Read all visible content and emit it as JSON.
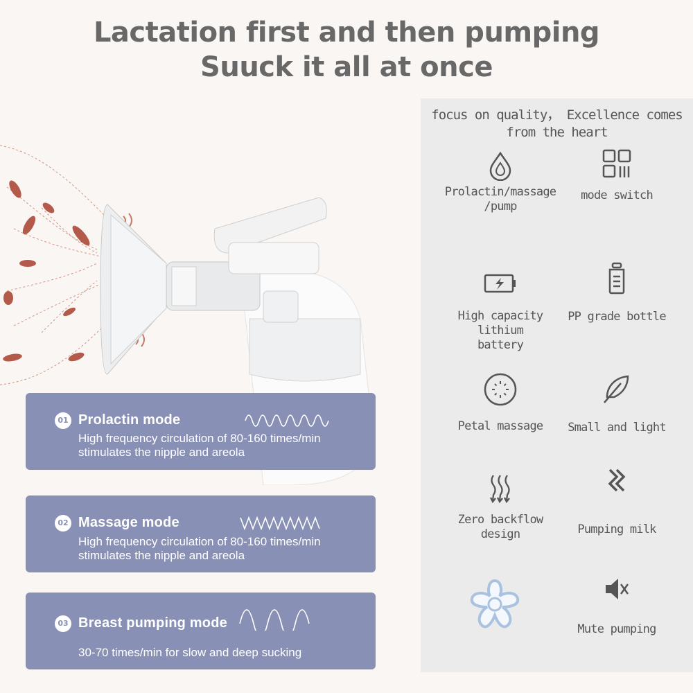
{
  "headline": {
    "line1": "Lactation first and then pumping",
    "line2": "Suuck it all at once"
  },
  "panel": {
    "tagline_line1": "focus on quality，  Excellence comes",
    "tagline_line2": "from the heart",
    "features": [
      {
        "label": "Prolactin/massage\n/pump",
        "icon": "water-drop-icon"
      },
      {
        "label": "mode switch",
        "icon": "grid-switch-icon"
      },
      {
        "label": "High capacity lithium\nbattery",
        "icon": "battery-icon"
      },
      {
        "label": "PP grade bottle",
        "icon": "bottle-icon"
      },
      {
        "label": "Petal massage",
        "icon": "petal-massage-icon"
      },
      {
        "label": "Small and light",
        "icon": "feather-icon"
      },
      {
        "label": "Zero backflow\ndesign",
        "icon": "wavy-arrows-icon"
      },
      {
        "label": "Pumping milk",
        "icon": "zigzag-icon"
      },
      {
        "label": "",
        "icon": "flower-icon"
      },
      {
        "label": "Mute pumping",
        "icon": "mute-speaker-icon"
      }
    ]
  },
  "modes": [
    {
      "num": "01",
      "title": "Prolactin mode",
      "desc_line1": "High frequency circulation of 80-160 times/min",
      "desc_line2": "stimulates the nipple and areola"
    },
    {
      "num": "02",
      "title": "Massage mode",
      "desc_line1": "High frequency circulation of 80-160 times/min",
      "desc_line2": "stimulates the nipple and areola"
    },
    {
      "num": "03",
      "title": "Breast pumping mode",
      "desc_line1": "30-70 times/min for slow and deep sucking",
      "desc_line2": ""
    }
  ],
  "colors": {
    "card": "#8990b5",
    "panel": "#ebebeb",
    "accent_red": "#b45a4a",
    "headline": "#686868"
  }
}
